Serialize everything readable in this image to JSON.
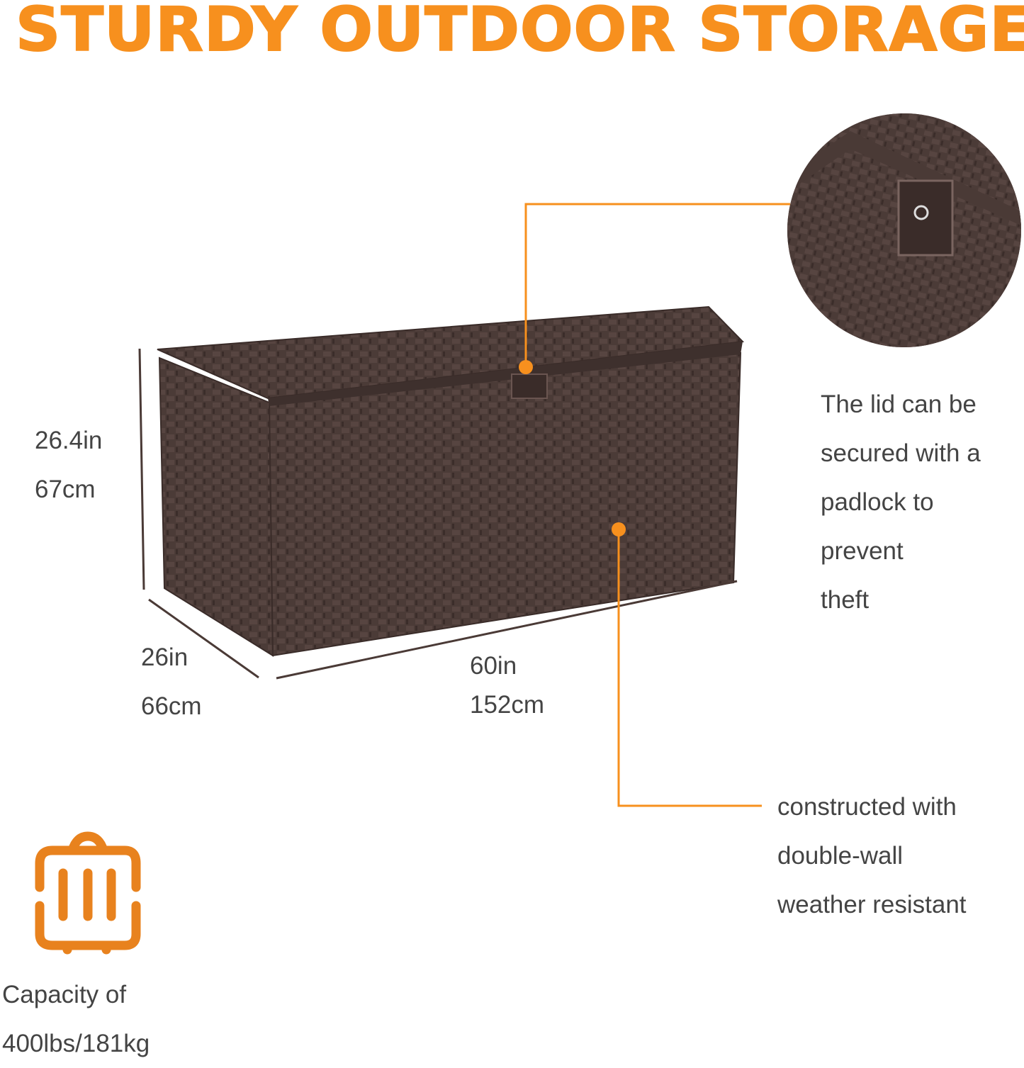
{
  "title": "STURDY OUTDOOR STORAGE",
  "dimensions": {
    "height_in": "26.4in",
    "height_cm": "67cm",
    "depth_in": "26in",
    "depth_cm": "66cm",
    "width_in": "60in",
    "width_cm": "152cm"
  },
  "callouts": {
    "lid": [
      "The lid can be",
      "secured with a",
      "padlock to",
      "prevent",
      "theft"
    ],
    "wall": [
      "constructed with",
      "double-wall",
      "weather resistant"
    ]
  },
  "capacity": {
    "icon": "luggage-icon",
    "lines": [
      "Capacity of",
      "400lbs/181kg"
    ]
  },
  "colors": {
    "accent": "#f7901e",
    "box": "#4a3a36",
    "text": "#444444"
  }
}
